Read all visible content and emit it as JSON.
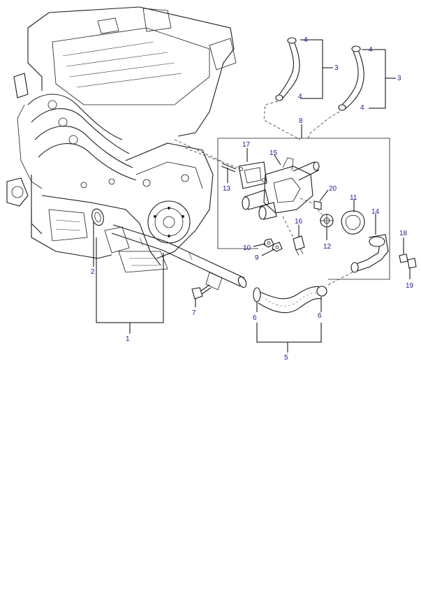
{
  "labels": {
    "l1": "1",
    "l2": "2",
    "l3a": "3",
    "l3b": "3",
    "l4a": "4",
    "l4b": "4",
    "l4c": "4",
    "l4d": "4",
    "l5": "5",
    "l6a": "6",
    "l6b": "6",
    "l7": "7",
    "l8": "8",
    "l9": "9",
    "l10": "10",
    "l11": "11",
    "l12": "12",
    "l13": "13",
    "l14": "14",
    "l15": "15",
    "l16": "16",
    "l17": "17",
    "l18": "18",
    "l19": "19",
    "l20": "20"
  },
  "colors": {
    "label": "#1a1a9a",
    "line": "#1a1a1a"
  }
}
